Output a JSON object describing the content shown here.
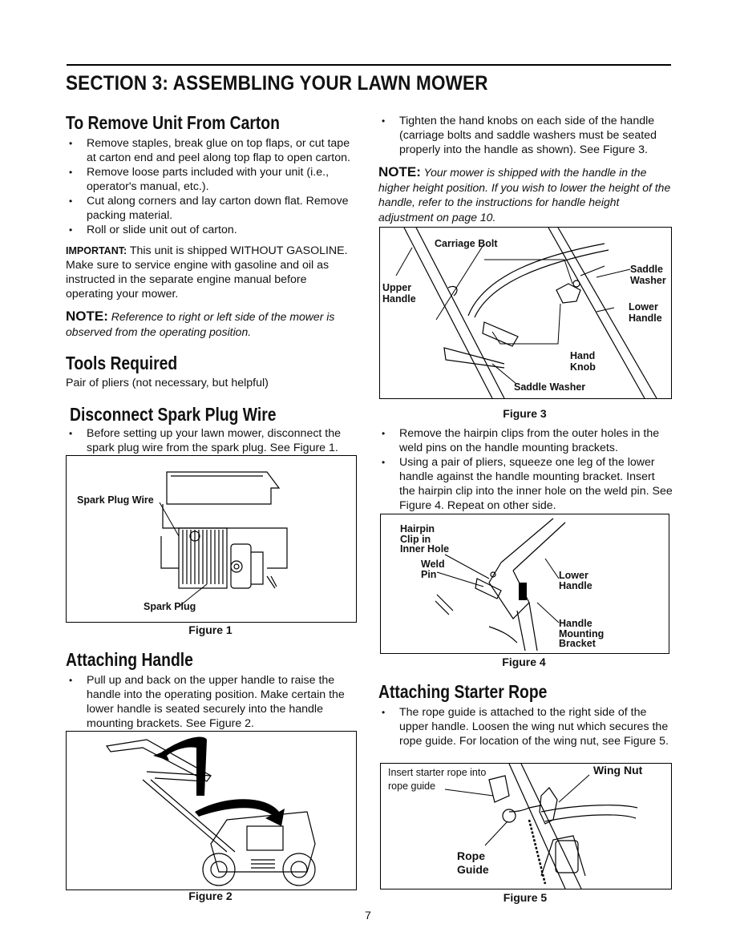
{
  "section_title": "SECTION 3:  ASSEMBLING YOUR LAWN MOWER",
  "remove_unit": {
    "heading": "To Remove Unit From Carton",
    "bullets": [
      "Remove staples, break glue on top flaps, or cut tape at carton end and peel along top flap to open carton.",
      "Remove loose parts included with your unit (i.e., operator's manual, etc.).",
      "Cut along corners and lay carton down flat. Remove packing material.",
      "Roll or slide unit out of carton."
    ],
    "important_label": "IMPORTANT:",
    "important_text": " This unit is shipped WITHOUT GASOLINE. Make sure to service engine with gasoline and oil as instructed in the separate engine manual before operating your mower.",
    "note_label": "NOTE:",
    "note_text": " Reference to right or left side of the mower is observed from the operating position."
  },
  "tools": {
    "heading": "Tools Required",
    "text": "Pair of pliers (not necessary, but helpful)"
  },
  "spark": {
    "heading": "Disconnect Spark Plug Wire",
    "bullets": [
      "Before setting up your lawn mower, disconnect the spark plug wire from the spark plug. See Figure 1."
    ],
    "figure": {
      "label_wire": "Spark Plug Wire",
      "label_plug": "Spark Plug",
      "caption": "Figure 1"
    }
  },
  "handle": {
    "heading": "Attaching Handle",
    "bullets": [
      "Pull up and back on the upper handle to raise the handle into the operating position. Make certain the lower handle is seated securely into the handle mounting brackets. See Figure 2."
    ],
    "figure": {
      "caption": "Figure 2"
    }
  },
  "right_col": {
    "bullets_1": [
      "Tighten the hand knobs on each side of the handle (carriage bolts and saddle washers must be seated properly into the handle as shown). See Figure 3."
    ],
    "note_label": "NOTE:",
    "note_text": " Your mower is shipped with the handle in the higher height position. If you wish to lower the height of the handle, refer to the instructions for handle height adjustment on page 10.",
    "figure3": {
      "carriage_bolt": "Carriage Bolt",
      "upper_handle": "Upper\nHandle",
      "saddle_washer_r": "Saddle\nWasher",
      "lower_handle": "Lower\nHandle",
      "hand_knob": "Hand\nKnob",
      "saddle_washer_b": "Saddle Washer",
      "caption": "Figure 3"
    },
    "bullets_2": [
      "Remove the hairpin clips from the outer holes in the weld pins on the handle mounting brackets.",
      "Using a pair of pliers, squeeze one leg of the lower handle against the handle mounting bracket. Insert the hairpin clip into the inner hole on the weld pin. See Figure 4. Repeat on other side."
    ],
    "figure4": {
      "hairpin": "Hairpin\nClip in\nInner Hole",
      "weld_pin": "Weld\nPin",
      "lower_handle": "Lower\nHandle",
      "bracket": "Handle\nMounting\nBracket",
      "caption": "Figure 4"
    }
  },
  "starter": {
    "heading": "Attaching Starter Rope",
    "bullets": [
      "The rope guide is attached to the right side of the upper handle. Loosen the wing nut which secures the rope guide. For location of the wing nut, see Figure 5."
    ],
    "figure5": {
      "insert_text": "Insert starter rope into\nrope guide",
      "wing_nut": "Wing Nut",
      "rope_guide": "Rope\nGuide",
      "caption": "Figure 5"
    }
  },
  "page_number": "7"
}
